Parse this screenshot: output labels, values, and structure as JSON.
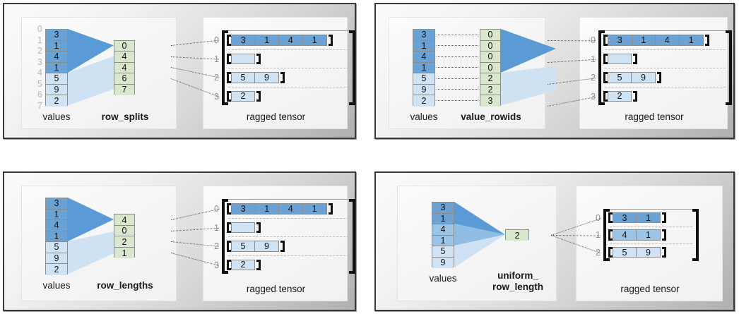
{
  "meta": {
    "colors": {
      "value_dark": "#6aa2d4",
      "value_mid": "#9cc4e6",
      "value_light": "#cfe3f5",
      "partition_green": "#d9e7cd",
      "fan_dark": "#5b9bd5",
      "fan_light": "#cfe2f3",
      "bracket": "#111111",
      "index_gray": "#b8b8b8"
    }
  },
  "panels": [
    {
      "id": "row-splits",
      "values_label": "values",
      "partition_label": "row_splits",
      "tensor_label": "ragged tensor",
      "values": [
        "3",
        "1",
        "4",
        "1",
        "5",
        "9",
        "2"
      ],
      "value_shades": [
        "dark",
        "dark",
        "dark",
        "dark",
        "light",
        "light",
        "light"
      ],
      "value_indices": [
        "0",
        "1",
        "2",
        "3",
        "4",
        "5",
        "6",
        "7"
      ],
      "partition": [
        "0",
        "4",
        "4",
        "6",
        "7"
      ],
      "tensor_row_indices": [
        "0",
        "1",
        "2",
        "3"
      ],
      "tensor_rows": [
        {
          "cells": [
            "3",
            "1",
            "4",
            "1"
          ],
          "shade": "dark"
        },
        {
          "cells": [
            ""
          ],
          "shade": "light"
        },
        {
          "cells": [
            "5",
            "9"
          ],
          "shade": "light"
        },
        {
          "cells": [
            "2"
          ],
          "shade": "light"
        }
      ]
    },
    {
      "id": "value-rowids",
      "values_label": "values",
      "partition_label": "value_rowids",
      "tensor_label": "ragged tensor",
      "values": [
        "3",
        "1",
        "4",
        "1",
        "5",
        "9",
        "2"
      ],
      "value_shades": [
        "dark",
        "dark",
        "dark",
        "dark",
        "light",
        "light",
        "light"
      ],
      "value_indices": [],
      "partition": [
        "0",
        "0",
        "0",
        "0",
        "2",
        "2",
        "3"
      ],
      "tensor_row_indices": [
        "0",
        "1",
        "2",
        "3"
      ],
      "tensor_rows": [
        {
          "cells": [
            "3",
            "1",
            "4",
            "1"
          ],
          "shade": "dark"
        },
        {
          "cells": [
            ""
          ],
          "shade": "light"
        },
        {
          "cells": [
            "5",
            "9"
          ],
          "shade": "light"
        },
        {
          "cells": [
            "2"
          ],
          "shade": "light"
        }
      ]
    },
    {
      "id": "row-lengths",
      "values_label": "values",
      "partition_label": "row_lengths",
      "tensor_label": "ragged tensor",
      "values": [
        "3",
        "1",
        "4",
        "1",
        "5",
        "9",
        "2"
      ],
      "value_shades": [
        "dark",
        "dark",
        "dark",
        "dark",
        "light",
        "light",
        "light"
      ],
      "value_indices": [],
      "partition": [
        "4",
        "0",
        "2",
        "1"
      ],
      "tensor_row_indices": [
        "0",
        "1",
        "2",
        "3"
      ],
      "tensor_rows": [
        {
          "cells": [
            "3",
            "1",
            "4",
            "1"
          ],
          "shade": "dark"
        },
        {
          "cells": [
            ""
          ],
          "shade": "light"
        },
        {
          "cells": [
            "5",
            "9"
          ],
          "shade": "light"
        },
        {
          "cells": [
            "2"
          ],
          "shade": "light"
        }
      ]
    },
    {
      "id": "uniform-row-length",
      "values_label": "values",
      "partition_label_line1": "uniform_",
      "partition_label_line2": "row_length",
      "tensor_label": "ragged tensor",
      "values": [
        "3",
        "1",
        "4",
        "1",
        "5",
        "9"
      ],
      "value_shades": [
        "dark",
        "dark",
        "mid",
        "mid",
        "light",
        "light"
      ],
      "value_indices": [],
      "partition": [
        "2"
      ],
      "tensor_row_indices": [
        "0",
        "1",
        "2"
      ],
      "tensor_rows": [
        {
          "cells": [
            "3",
            "1"
          ],
          "shade": "dark"
        },
        {
          "cells": [
            "4",
            "1"
          ],
          "shade": "mid"
        },
        {
          "cells": [
            "5",
            "9"
          ],
          "shade": "light"
        }
      ]
    }
  ]
}
